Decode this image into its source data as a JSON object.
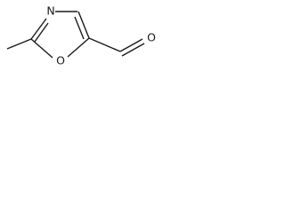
{
  "molecule": {
    "atoms": {
      "ring_nitrogen": "N",
      "ring_oxygen": "O",
      "aldehyde_oxygen": "O"
    }
  }
}
